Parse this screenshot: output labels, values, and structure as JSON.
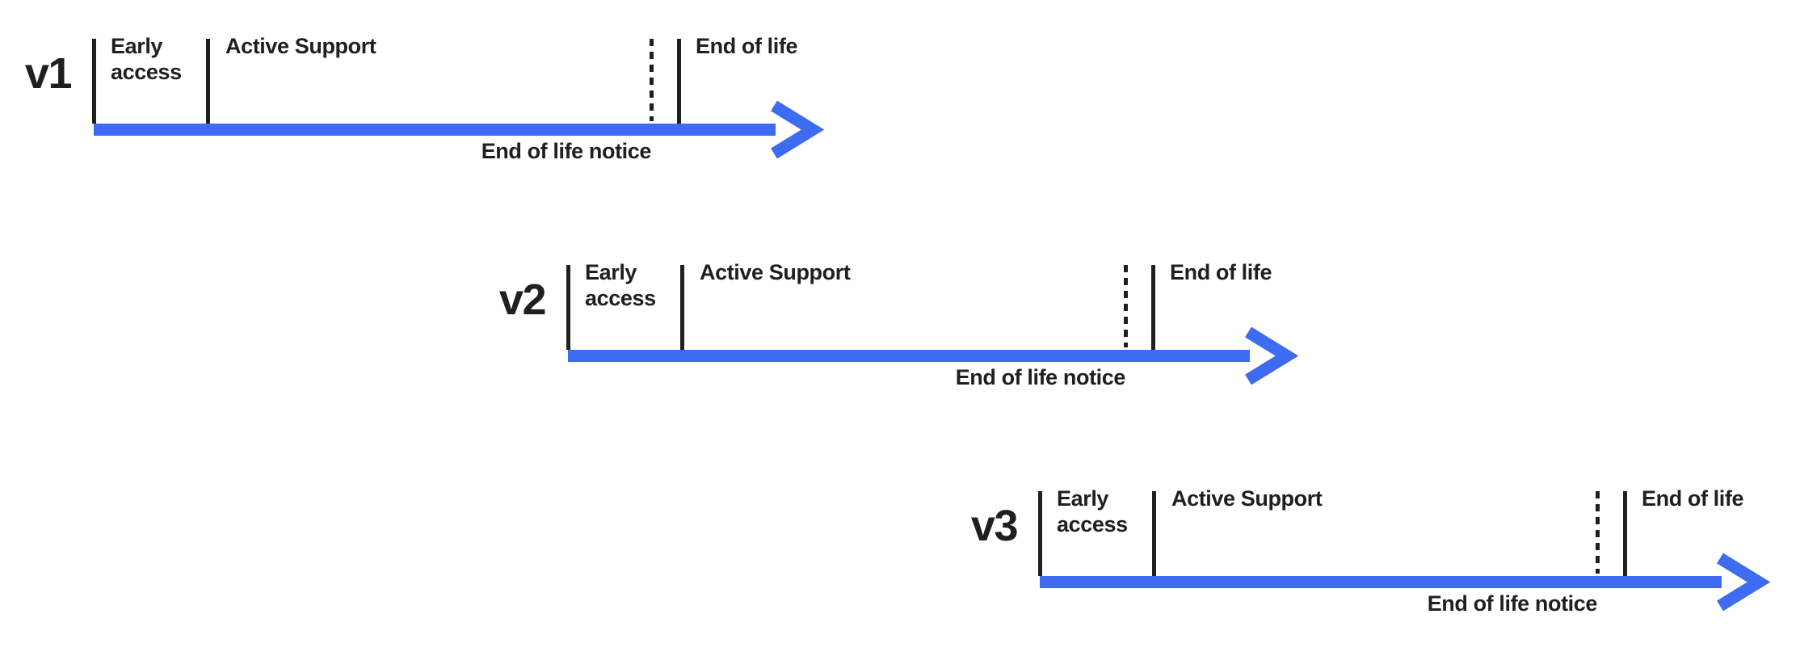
{
  "diagram": {
    "kind": "version-lifecycle-timelines",
    "background": "#ffffff"
  },
  "colors": {
    "arrow-blue": "#3D6BF2",
    "ink": "#1F1F1F"
  },
  "rows": [
    {
      "version": "v1",
      "early_access": "Early access",
      "active_support": "Active Support",
      "end_of_life": "End of life",
      "end_of_life_notice": "End of life notice"
    },
    {
      "version": "v2",
      "early_access": "Early access",
      "active_support": "Active Support",
      "end_of_life": "End of life",
      "end_of_life_notice": "End of life notice"
    },
    {
      "version": "v3",
      "early_access": "Early access",
      "active_support": "Active Support",
      "end_of_life": "End of life",
      "end_of_life_notice": "End of life notice"
    }
  ]
}
